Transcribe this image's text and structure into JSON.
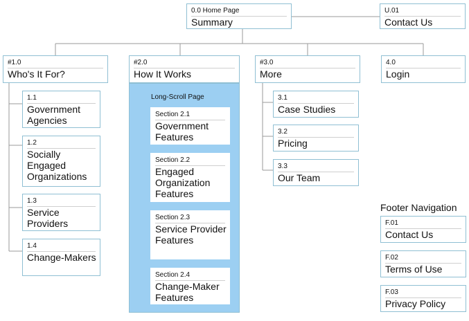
{
  "home": {
    "code": "0.0 Home Page",
    "label": "Summary"
  },
  "utility": {
    "code": "U.01",
    "label": "Contact Us"
  },
  "top": [
    {
      "code": "#1.0",
      "label": "Who's It For?"
    },
    {
      "code": "#2.0",
      "label": "How It Works"
    },
    {
      "code": "#3.0",
      "label": "More"
    },
    {
      "code": "4.0",
      "label": "Login"
    }
  ],
  "whos_it_for": [
    {
      "code": "1.1",
      "label": "Government Agencies"
    },
    {
      "code": "1.2",
      "label": "Socially Engaged Organizations"
    },
    {
      "code": "1.3",
      "label": "Service Providers"
    },
    {
      "code": "1.4",
      "label": "Change-Makers"
    }
  ],
  "how_it_works": {
    "panel_title": "Long-Scroll Page",
    "sections": [
      {
        "code": "Section 2.1",
        "label": "Government Features"
      },
      {
        "code": "Section 2.2",
        "label": "Engaged Organization Features"
      },
      {
        "code": "Section 2.3",
        "label": "Service Provider Features"
      },
      {
        "code": "Section 2.4",
        "label": "Change-Maker Features"
      }
    ]
  },
  "more": [
    {
      "code": "3.1",
      "label": "Case Studies"
    },
    {
      "code": "3.2",
      "label": "Pricing"
    },
    {
      "code": "3.3",
      "label": "Our Team"
    }
  ],
  "footer": {
    "title": "Footer Navigation",
    "items": [
      {
        "code": "F.01",
        "label": "Contact Us"
      },
      {
        "code": "F.02",
        "label": "Terms of Use"
      },
      {
        "code": "F.03",
        "label": "Privacy Policy"
      }
    ]
  },
  "colors": {
    "panel": "#9ccff2",
    "border": "#8fbfd3",
    "connector": "#999999"
  }
}
